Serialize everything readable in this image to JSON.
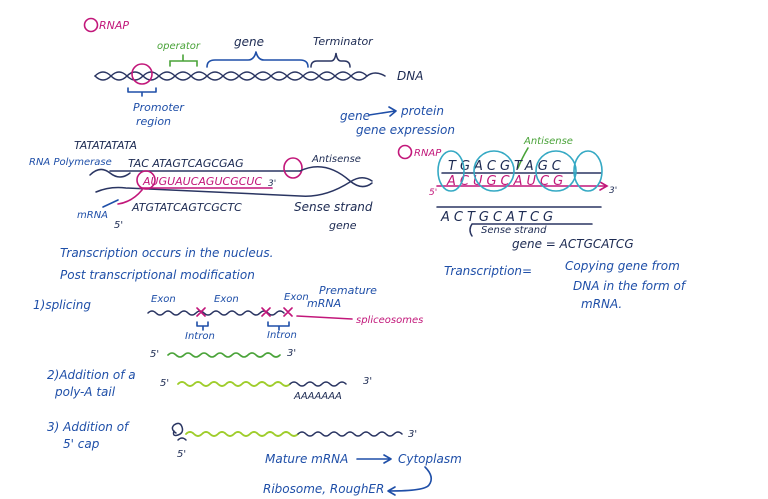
{
  "colors": {
    "blue": "#1f4fa8",
    "navy": "#2a3562",
    "green": "#4aa339",
    "lime": "#9fcd2b",
    "magenta": "#c2177a",
    "cyan": "#35a9c4"
  },
  "legend": {
    "rnap": "RNAP",
    "rnap2": "RNAP"
  },
  "dna": {
    "operator": "operator",
    "gene": "gene",
    "terminator": "Terminator",
    "dna": "DNA",
    "promoter_line1": "Promoter",
    "promoter_line2": "region"
  },
  "gene_expression": {
    "gene": "gene",
    "protein": "protein",
    "expression": "gene expression"
  },
  "transcription_left": {
    "tata": "TATATATATA",
    "rna_polymerase": "RNA Polymerase",
    "template": "TAC ATAGTCAGCGAG",
    "antisense": "Antisense",
    "mrna_seq": "AUGUAUCAGUCGCUC",
    "three_prime": "3'",
    "mrna": "mRNA",
    "five_prime": "5'",
    "coding": "ATGTATCAGTCGCTC",
    "sense_strand": "Sense strand",
    "gene": "gene"
  },
  "transcription_right": {
    "antisense": "Antisense",
    "top_seq": "TGACGTAGC",
    "rna_seq": "ACUGCAUCG",
    "five_prime": "5'",
    "three_prime": "3'",
    "sense_seq": "ACTGCATCG",
    "sense_strand": "Sense strand",
    "gene_eq": "gene = ACTGCATCG"
  },
  "notes": {
    "nucleus": "Transcription occurs in the nucleus.",
    "post": "Post transcriptional modification",
    "definition_label": "Transcription=",
    "definition_line1": "Copying gene from",
    "definition_line2": "DNA in the form of",
    "definition_line3": "mRNA."
  },
  "splicing": {
    "title": "1)splicing",
    "exon1": "Exon",
    "exon2": "Exon",
    "exon3": "Exon",
    "premature1": "Premature",
    "premature2": "mRNA",
    "spliceosomes": "spliceosomes",
    "intron1": "Intron",
    "intron2": "Intron",
    "five_prime": "5'",
    "three_prime": "3'"
  },
  "polya": {
    "title1": "2)Addition of a",
    "title2": "poly-A tail",
    "five_prime": "5'",
    "three_prime": "3'",
    "tail": "AAAAAAA"
  },
  "cap": {
    "title1": "3) Addition of",
    "title2": "5' cap",
    "five_prime": "5'",
    "three_prime": "3'"
  },
  "flow": {
    "mature": "Mature mRNA",
    "cytoplasm": "Cytoplasm",
    "ribosome": "Ribosome, RoughER"
  }
}
